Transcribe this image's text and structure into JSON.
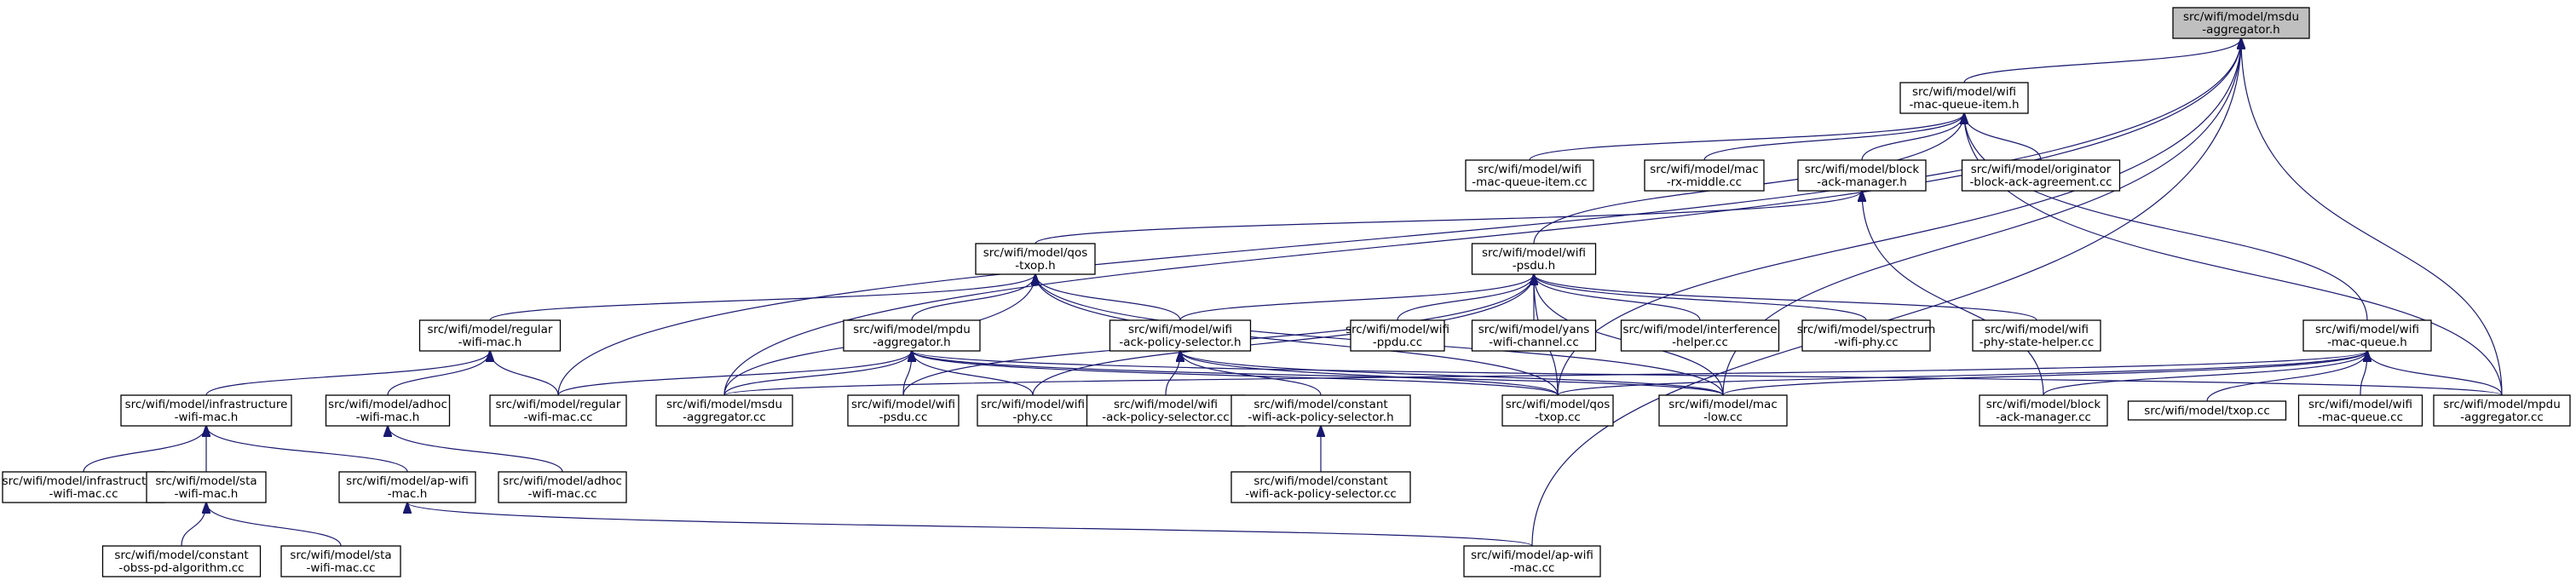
{
  "nodes": [
    {
      "id": "msdu_h",
      "lines": [
        "src/wifi/model/msdu",
        "-aggregator.h"
      ],
      "root": true
    },
    {
      "id": "mqi_h",
      "lines": [
        "src/wifi/model/wifi",
        "-mac-queue-item.h"
      ]
    },
    {
      "id": "mqi_cc",
      "lines": [
        "src/wifi/model/wifi",
        "-mac-queue-item.cc"
      ]
    },
    {
      "id": "rxmid_cc",
      "lines": [
        "src/wifi/model/mac",
        "-rx-middle.cc"
      ]
    },
    {
      "id": "bam_h",
      "lines": [
        "src/wifi/model/block",
        "-ack-manager.h"
      ]
    },
    {
      "id": "orig_cc",
      "lines": [
        "src/wifi/model/originator",
        "-block-ack-agreement.cc"
      ]
    },
    {
      "id": "qos_h",
      "lines": [
        "src/wifi/model/qos",
        "-txop.h"
      ]
    },
    {
      "id": "psdu_h",
      "lines": [
        "src/wifi/model/wifi",
        "-psdu.h"
      ]
    },
    {
      "id": "reg_h",
      "lines": [
        "src/wifi/model/regular",
        "-wifi-mac.h"
      ]
    },
    {
      "id": "mpdu_h",
      "lines": [
        "src/wifi/model/mpdu",
        "-aggregator.h"
      ]
    },
    {
      "id": "aps_h",
      "lines": [
        "src/wifi/model/wifi",
        "-ack-policy-selector.h"
      ]
    },
    {
      "id": "ppdu_cc",
      "lines": [
        "src/wifi/model/wifi",
        "-ppdu.cc"
      ]
    },
    {
      "id": "yans_cc",
      "lines": [
        "src/wifi/model/yans",
        "-wifi-channel.cc"
      ]
    },
    {
      "id": "intf_cc",
      "lines": [
        "src/wifi/model/interference",
        "-helper.cc"
      ]
    },
    {
      "id": "spec_cc",
      "lines": [
        "src/wifi/model/spectrum",
        "-wifi-phy.cc"
      ]
    },
    {
      "id": "pshelp_cc",
      "lines": [
        "src/wifi/model/wifi",
        "-phy-state-helper.cc"
      ]
    },
    {
      "id": "wmq_h",
      "lines": [
        "src/wifi/model/wifi",
        "-mac-queue.h"
      ]
    },
    {
      "id": "infra_h",
      "lines": [
        "src/wifi/model/infrastructure",
        "-wifi-mac.h"
      ]
    },
    {
      "id": "adhoc_h",
      "lines": [
        "src/wifi/model/adhoc",
        "-wifi-mac.h"
      ]
    },
    {
      "id": "reg_cc",
      "lines": [
        "src/wifi/model/regular",
        "-wifi-mac.cc"
      ]
    },
    {
      "id": "msdu_cc",
      "lines": [
        "src/wifi/model/msdu",
        "-aggregator.cc"
      ]
    },
    {
      "id": "psdu_cc",
      "lines": [
        "src/wifi/model/wifi",
        "-psdu.cc"
      ]
    },
    {
      "id": "phy_cc",
      "lines": [
        "src/wifi/model/wifi",
        "-phy.cc"
      ]
    },
    {
      "id": "aps_cc",
      "lines": [
        "src/wifi/model/wifi",
        "-ack-policy-selector.cc"
      ]
    },
    {
      "id": "caps_h",
      "lines": [
        "src/wifi/model/constant",
        "-wifi-ack-policy-selector.h"
      ]
    },
    {
      "id": "qos_cc",
      "lines": [
        "src/wifi/model/qos",
        "-txop.cc"
      ]
    },
    {
      "id": "maclow_cc",
      "lines": [
        "src/wifi/model/mac",
        "-low.cc"
      ]
    },
    {
      "id": "bam_cc",
      "lines": [
        "src/wifi/model/block",
        "-ack-manager.cc"
      ]
    },
    {
      "id": "txop_cc",
      "lines": [
        "src/wifi/model/txop.cc"
      ]
    },
    {
      "id": "wmq_cc",
      "lines": [
        "src/wifi/model/wifi",
        "-mac-queue.cc"
      ]
    },
    {
      "id": "mpdu_cc",
      "lines": [
        "src/wifi/model/mpdu",
        "-aggregator.cc"
      ]
    },
    {
      "id": "infra_cc",
      "lines": [
        "src/wifi/model/infrastructure",
        "-wifi-mac.cc"
      ]
    },
    {
      "id": "sta_h",
      "lines": [
        "src/wifi/model/sta",
        "-wifi-mac.h"
      ]
    },
    {
      "id": "ap_h",
      "lines": [
        "src/wifi/model/ap-wifi",
        "-mac.h"
      ]
    },
    {
      "id": "adhoc_cc",
      "lines": [
        "src/wifi/model/adhoc",
        "-wifi-mac.cc"
      ]
    },
    {
      "id": "caps_cc",
      "lines": [
        "src/wifi/model/constant",
        "-wifi-ack-policy-selector.cc"
      ]
    },
    {
      "id": "obss_cc",
      "lines": [
        "src/wifi/model/constant",
        "-obss-pd-algorithm.cc"
      ]
    },
    {
      "id": "sta_cc",
      "lines": [
        "src/wifi/model/sta",
        "-wifi-mac.cc"
      ]
    },
    {
      "id": "ap_cc",
      "lines": [
        "src/wifi/model/ap-wifi",
        "-mac.cc"
      ]
    }
  ],
  "edges": [
    [
      "mqi_h",
      "msdu_h"
    ],
    [
      "reg_cc",
      "msdu_h"
    ],
    [
      "msdu_cc",
      "msdu_h"
    ],
    [
      "qos_cc",
      "msdu_h"
    ],
    [
      "maclow_cc",
      "msdu_h"
    ],
    [
      "mpdu_cc",
      "msdu_h"
    ],
    [
      "ap_cc",
      "msdu_h"
    ],
    [
      "mqi_cc",
      "mqi_h"
    ],
    [
      "rxmid_cc",
      "mqi_h"
    ],
    [
      "bam_h",
      "mqi_h"
    ],
    [
      "orig_cc",
      "mqi_h"
    ],
    [
      "psdu_h",
      "mqi_h"
    ],
    [
      "wmq_h",
      "mqi_h"
    ],
    [
      "mpdu_cc",
      "mqi_h"
    ],
    [
      "qos_h",
      "bam_h"
    ],
    [
      "bam_cc",
      "bam_h"
    ],
    [
      "reg_h",
      "qos_h"
    ],
    [
      "mpdu_h",
      "qos_h"
    ],
    [
      "aps_h",
      "qos_h"
    ],
    [
      "msdu_cc",
      "qos_h"
    ],
    [
      "qos_cc",
      "qos_h"
    ],
    [
      "maclow_cc",
      "qos_h"
    ],
    [
      "ppdu_cc",
      "psdu_h"
    ],
    [
      "yans_cc",
      "psdu_h"
    ],
    [
      "intf_cc",
      "psdu_h"
    ],
    [
      "spec_cc",
      "psdu_h"
    ],
    [
      "pshelp_cc",
      "psdu_h"
    ],
    [
      "aps_h",
      "psdu_h"
    ],
    [
      "psdu_cc",
      "psdu_h"
    ],
    [
      "phy_cc",
      "psdu_h"
    ],
    [
      "maclow_cc",
      "psdu_h"
    ],
    [
      "qos_cc",
      "psdu_h"
    ],
    [
      "infra_h",
      "reg_h"
    ],
    [
      "adhoc_h",
      "reg_h"
    ],
    [
      "reg_cc",
      "reg_h"
    ],
    [
      "reg_cc",
      "mpdu_h"
    ],
    [
      "msdu_cc",
      "mpdu_h"
    ],
    [
      "psdu_cc",
      "mpdu_h"
    ],
    [
      "phy_cc",
      "mpdu_h"
    ],
    [
      "qos_cc",
      "mpdu_h"
    ],
    [
      "maclow_cc",
      "mpdu_h"
    ],
    [
      "mpdu_cc",
      "mpdu_h"
    ],
    [
      "aps_cc",
      "aps_h"
    ],
    [
      "caps_h",
      "aps_h"
    ],
    [
      "qos_cc",
      "aps_h"
    ],
    [
      "maclow_cc",
      "aps_h"
    ],
    [
      "msdu_cc",
      "wmq_h"
    ],
    [
      "qos_cc",
      "wmq_h"
    ],
    [
      "maclow_cc",
      "wmq_h"
    ],
    [
      "bam_cc",
      "wmq_h"
    ],
    [
      "txop_cc",
      "wmq_h"
    ],
    [
      "wmq_cc",
      "wmq_h"
    ],
    [
      "mpdu_cc",
      "wmq_h"
    ],
    [
      "infra_cc",
      "infra_h"
    ],
    [
      "sta_h",
      "infra_h"
    ],
    [
      "ap_h",
      "infra_h"
    ],
    [
      "adhoc_cc",
      "adhoc_h"
    ],
    [
      "caps_cc",
      "caps_h"
    ],
    [
      "obss_cc",
      "sta_h"
    ],
    [
      "sta_cc",
      "sta_h"
    ],
    [
      "ap_cc",
      "ap_h"
    ]
  ]
}
